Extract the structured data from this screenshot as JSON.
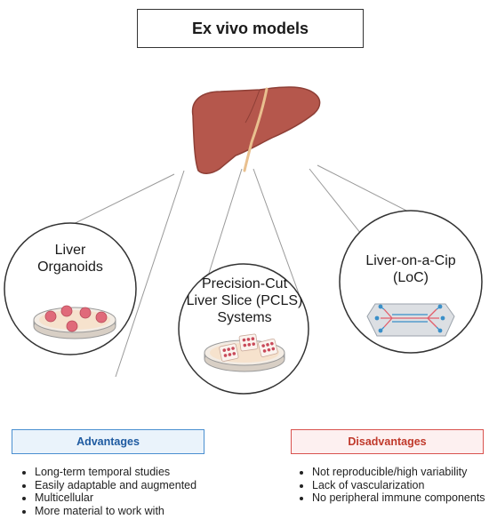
{
  "title": "Ex vivo models",
  "models": [
    {
      "label_lines": [
        "Liver",
        "Organoids"
      ]
    },
    {
      "label_lines": [
        "Precision-Cut",
        "Liver Slice (PCLS)",
        "Systems"
      ]
    },
    {
      "label_lines": [
        "Liver-on-a-Cip",
        "(LoC)"
      ]
    }
  ],
  "advantages": {
    "heading": "Advantages",
    "items": [
      "Long-term temporal studies",
      "Easily adaptable and augmented",
      "Multicellular",
      "More material to work with"
    ]
  },
  "disadvantages": {
    "heading": "Disadvantages",
    "items": [
      "Not reproducible/high variability",
      "Lack of vascularization",
      "No peripheral immune components"
    ]
  },
  "colors": {
    "liver": "#b5574c",
    "liver_dark": "#8e3f36",
    "vessel": "#e9c08f",
    "advantages": "#4a8fd0",
    "disadvantages": "#d9534f",
    "organoid": "#e06a7a",
    "channel": "#e35d6a",
    "chip_port": "#3a8fc8"
  }
}
